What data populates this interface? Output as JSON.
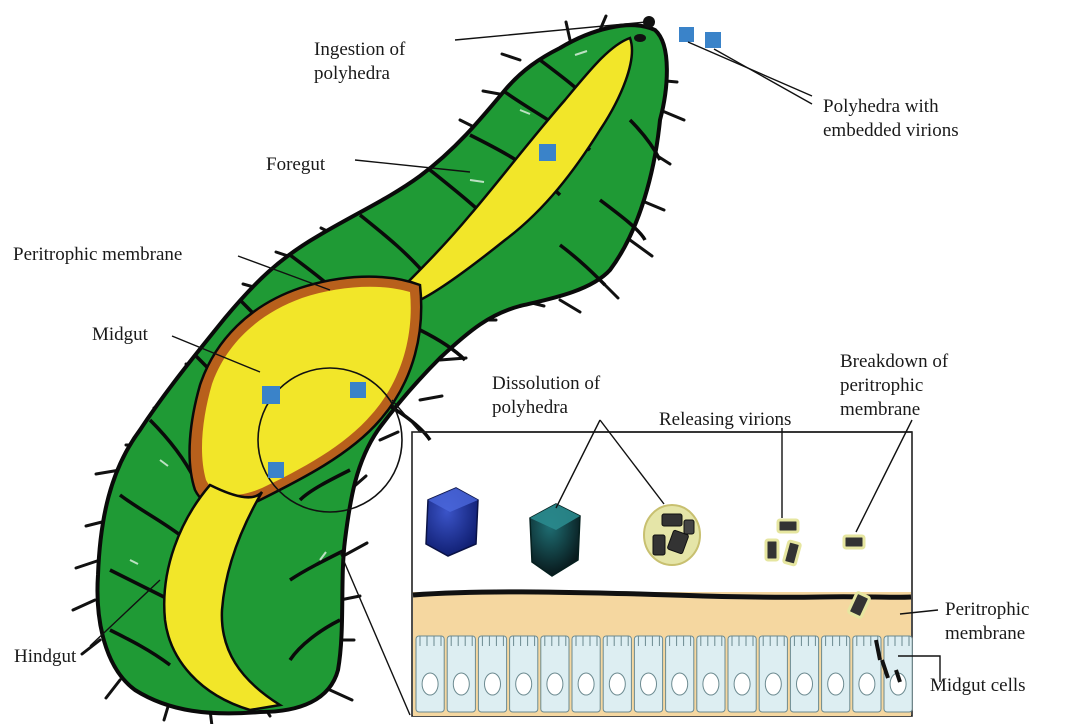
{
  "labels": {
    "ingestion": "Ingestion of\npolyhedra",
    "polyhedra_virions": "Polyhedra with\nembedded virions",
    "foregut": "Foregut",
    "peritrophic_membrane": "Peritrophic membrane",
    "midgut": "Midgut",
    "dissolution": "Dissolution of\npolyhedra",
    "releasing_virions": "Releasing virions",
    "breakdown": "Breakdown of\nperitrophic\nmembrane",
    "peritrophic_membrane_inset": "Peritrophic\nmembrane",
    "midgut_cells": "Midgut cells",
    "hindgut": "Hindgut"
  },
  "colors": {
    "body_green": "#1f9a35",
    "body_outline": "#0a0a0a",
    "gut_yellow": "#f2e629",
    "membrane_brown": "#b8601c",
    "polyhedra_blue": "#3a83c9",
    "inset_membrane": "#f5d7a0",
    "midgut_cell": "#ddeef2"
  }
}
